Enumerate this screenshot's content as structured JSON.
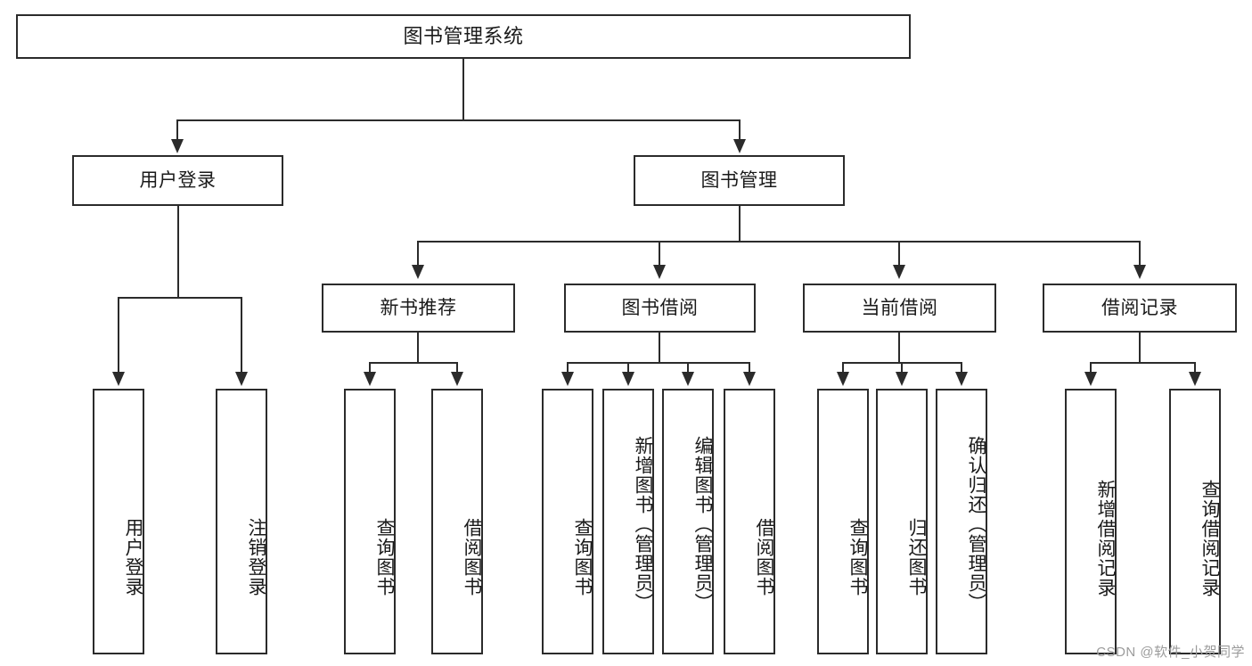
{
  "diagram": {
    "title": "图书管理系统",
    "type": "tree",
    "root": {
      "label": "图书管理系统"
    },
    "level2": [
      {
        "label": "用户登录"
      },
      {
        "label": "图书管理"
      }
    ],
    "level3": [
      {
        "label": "新书推荐"
      },
      {
        "label": "图书借阅"
      },
      {
        "label": "当前借阅"
      },
      {
        "label": "借阅记录"
      }
    ],
    "leaves": {
      "user_login": [
        {
          "label": "用户登录"
        },
        {
          "label": "注销登录"
        }
      ],
      "new_book_recommend": [
        {
          "label": "查询图书"
        },
        {
          "label": "借阅图书"
        }
      ],
      "book_borrow": [
        {
          "label": "查询图书"
        },
        {
          "label": "新增图书（管理员）"
        },
        {
          "label": "编辑图书（管理员）"
        },
        {
          "label": "借阅图书"
        }
      ],
      "current_borrow": [
        {
          "label": "查询图书"
        },
        {
          "label": "归还图书"
        },
        {
          "label": "确认归还（管理员）"
        }
      ],
      "borrow_record": [
        {
          "label": "新增借阅记录"
        },
        {
          "label": "查询借阅记录"
        }
      ]
    }
  },
  "watermark": {
    "text": "CSDN @软件_小贺同学"
  },
  "colors": {
    "stroke": "#2b2b2b",
    "background": "#ffffff",
    "watermark": "#9b9b9b"
  }
}
